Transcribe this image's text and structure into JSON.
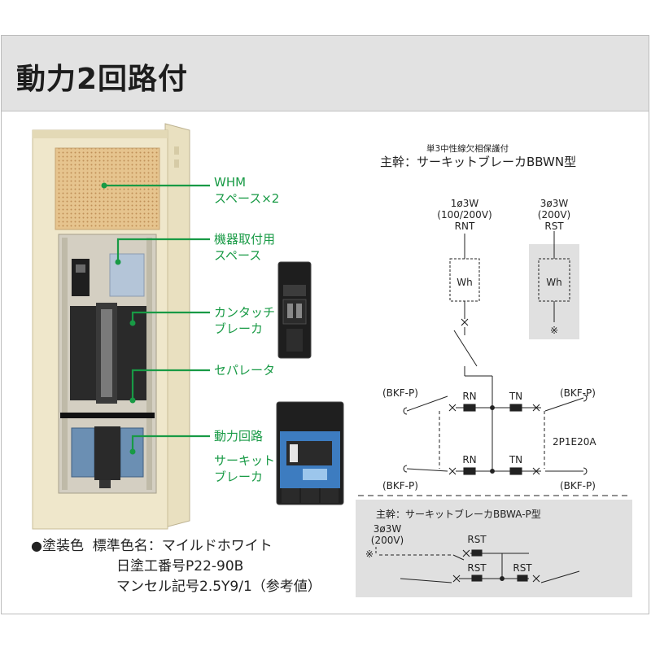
{
  "header": {
    "title": "動力2回路付"
  },
  "callouts": {
    "whm": [
      "WHM",
      "スペース×2"
    ],
    "device": [
      "機器取付用",
      "スペース"
    ],
    "kantouch": [
      "カンタッチ",
      "ブレーカ"
    ],
    "separator": [
      "セパレータ"
    ],
    "power_circuit": [
      "動力回路"
    ],
    "circuit_breaker": [
      "サーキット",
      "ブレーカ"
    ]
  },
  "spec": {
    "bullet": "●",
    "label": "塗装色",
    "lines": [
      "標準色名：マイルドホワイト",
      "日塗工番号P22-90B",
      "マンセル記号2.5Y9/1（参考値）"
    ]
  },
  "diagram": {
    "main_subtitle": "単3中性線欠相保護付",
    "main_title": "主幹：サーキットブレーカBBWN型",
    "supply_1": [
      "1ø3W",
      "(100/200V)",
      "RNT"
    ],
    "supply_3": [
      "3ø3W",
      "(200V)",
      "RST"
    ],
    "meter": "Wh",
    "note_mark": "※",
    "bkf_p": "(BKF-P)",
    "rn": "RN",
    "tn": "TN",
    "branch_breaker": "2P1E20A",
    "power": {
      "title": "主幹：サーキットブレーカBBWA-P型",
      "supply": [
        "3ø3W",
        "(200V)"
      ],
      "rst": "RST"
    }
  },
  "colors": {
    "callout_green": "#189a45",
    "header_bg": "#e2e2e2",
    "panel_cream": "#efe7cb",
    "shaded_box": "#e0e0e0"
  }
}
